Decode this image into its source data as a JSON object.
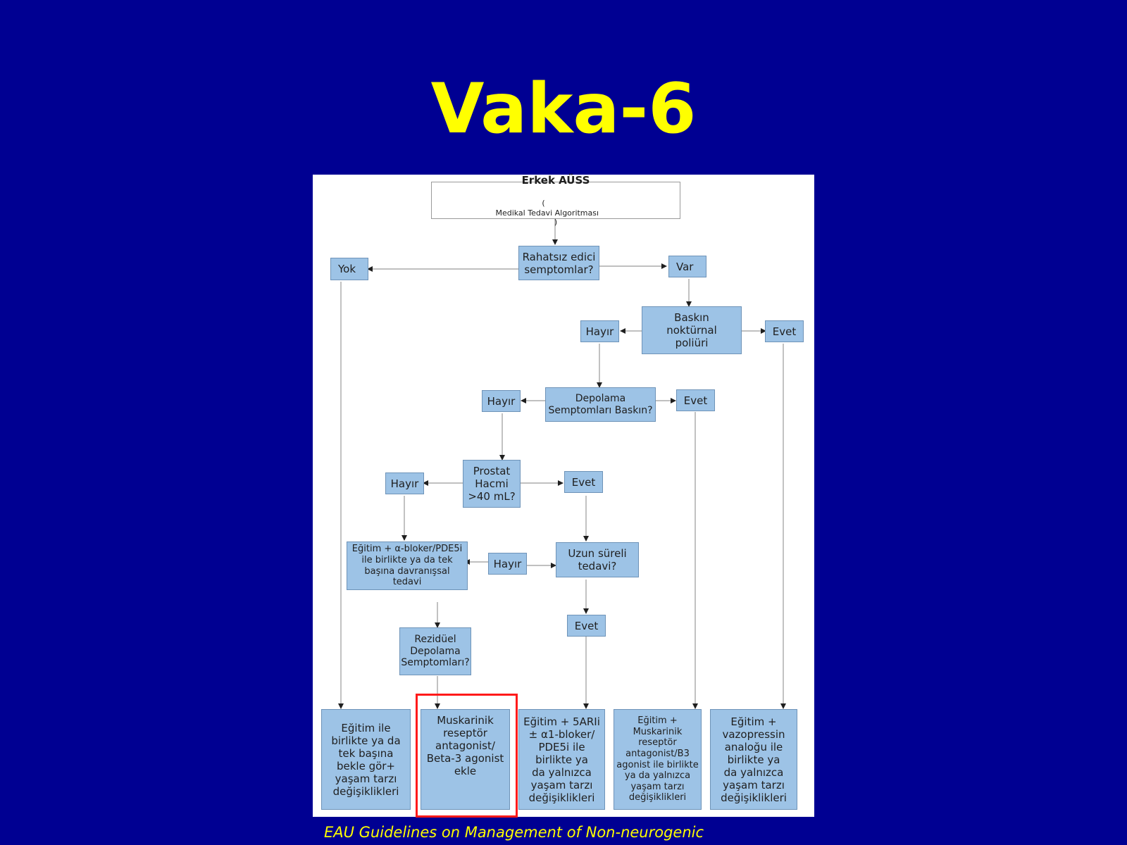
{
  "slide": {
    "title": "Vaka-6",
    "footer": "EAU Guidelines on Management of Non-neurogenic"
  },
  "diagram": {
    "header": {
      "title": "Erkek AÜSS",
      "subtitle_open": "(",
      "subtitle": "Medikal Tedavi Algoritması",
      "subtitle_close": ")"
    },
    "nodes": {
      "bothersome": "Rahatsız edici\nsemptomlar?",
      "no_top": "Yok",
      "yes_top": "Var",
      "nocturnal": "Baskın\nnoktürnal\npoliüri",
      "no_nocturnal": "Hayır",
      "yes_nocturnal": "Evet",
      "storage": "Depolama\nSemptomları Baskın?",
      "no_storage": "Hayır",
      "yes_storage": "Evet",
      "prostate": "Prostat\nHacmi\n>40 mL?",
      "no_prostate": "Hayır",
      "yes_prostate": "Evet",
      "alpha_blocker": "Eğitim + α-bloker/PDE5i\nile birlikte ya da tek\nbaşına davranışsal tedavi",
      "no_longterm": "Hayır",
      "longterm": "Uzun süreli\ntedavi?",
      "yes_longterm": "Evet",
      "residual": "Rezidüel\nDepolama\nSemptomları?",
      "out_watchful": "Eğitim ile\nbirlikte ya da\ntek başına\nbekle gör+\nyaşam tarzı\ndeğişiklikleri",
      "out_muscarinic": "Muskarinik\nreseptör\nantagonist/\nBeta-3 agonist\nekle",
      "out_5ari": "Eğitim + 5ARIi\n± α1-bloker/\nPDE5i ile\nbirlikte ya\nda yalnızca\nyaşam tarzı\ndeğişiklikleri",
      "out_mra_b3": "Eğitim + Muskarinik\nreseptör\nantagonist/B3\nagonist ile birlikte\nya da yalnızca\nyaşam tarzı\ndeğişiklikleri",
      "out_vasopressin": "Eğitim +\nvazopressin\nanaloğu ile\nbirlikte ya\nda yalnızca\nyaşam tarzı\ndeğişiklikleri"
    },
    "highlighted_node": "Muskarinik reseptör antagonist/Beta-3 agonist ekle",
    "colors": {
      "background": "#000092",
      "title": "#ffff00",
      "node_fill": "#9dc3e6",
      "highlight": "#ff1a1a"
    }
  }
}
